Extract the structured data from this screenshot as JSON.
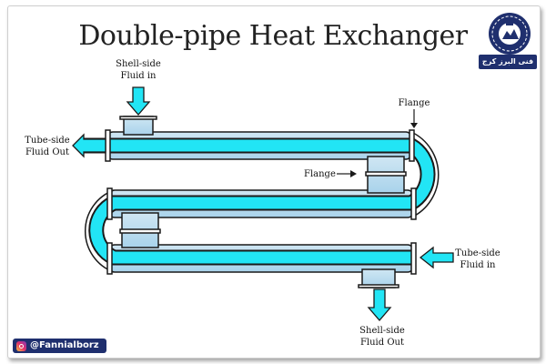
{
  "title": "Double-pipe Heat Exchanger",
  "labels": {
    "shell_in_line1": "Shell-side",
    "shell_in_line2": "Fluid in",
    "flange_top": "Flange",
    "tube_out_line1": "Tube-side",
    "tube_out_line2": "Fluid Out",
    "flange_mid": "Flange",
    "tube_in_line1": "Tube-side",
    "tube_in_line2": "Fluid in",
    "shell_out_line1": "Shell-side",
    "shell_out_line2": "Fluid Out"
  },
  "watermark": {
    "handle": "@Fannialborz",
    "logo_caption": "فنی البرز کرج",
    "logo_circle_text": "آموزشگاه فنی البرز کرج"
  },
  "colors": {
    "tube": "#22e5f5",
    "shell": "#b8dcef",
    "outline": "#1a1a1a",
    "arrow": "#22e5f5",
    "badge": "#1f2f6e"
  },
  "icons": [
    "instagram-icon",
    "institute-logo-icon"
  ]
}
